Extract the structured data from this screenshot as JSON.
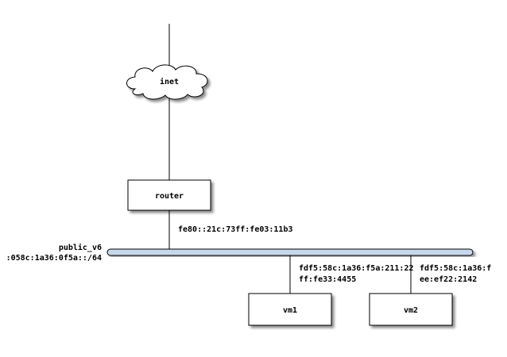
{
  "diagram": {
    "cloud": {
      "label": "inet"
    },
    "router": {
      "label": "router"
    },
    "router_address": "fe80::21c:73ff:fe03:11b3",
    "network": {
      "name": "public_v6",
      "prefix": ":058c:1a36:0f5a::/64",
      "bus_color": "#c8d8ec"
    },
    "vm1": {
      "label": "vm1",
      "address_line1": "fdf5:58c:1a36:f5a:211:22",
      "address_line2": "ff:fe33:4455"
    },
    "vm2": {
      "label": "vm2",
      "address_line1": "fdf5:58c:1a36:f",
      "address_line2": "ee:ef22:2142"
    }
  }
}
